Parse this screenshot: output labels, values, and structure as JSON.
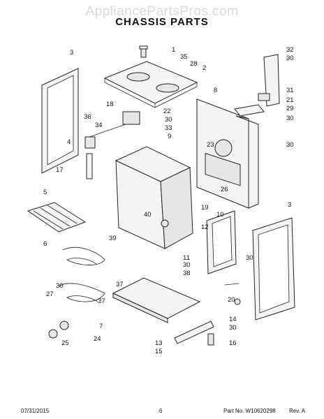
{
  "watermark": "AppliancePartsPros.com",
  "title": "CHASSIS PARTS",
  "callouts": [
    "1",
    "35",
    "28",
    "2",
    "3",
    "32",
    "30",
    "8",
    "31",
    "21",
    "29",
    "30",
    "36",
    "34",
    "18",
    "30",
    "22",
    "33",
    "9",
    "23",
    "30",
    "4",
    "17",
    "5",
    "40",
    "26",
    "19",
    "10",
    "12",
    "39",
    "6",
    "11",
    "30",
    "38",
    "3",
    "30",
    "27",
    "30",
    "37",
    "37",
    "7",
    "20",
    "14",
    "30",
    "13",
    "15",
    "25",
    "24",
    "16"
  ],
  "footer": {
    "date": "07/31/2015",
    "page": "6",
    "part_no": "Part No. W10620298",
    "rev": "Rev. A"
  }
}
